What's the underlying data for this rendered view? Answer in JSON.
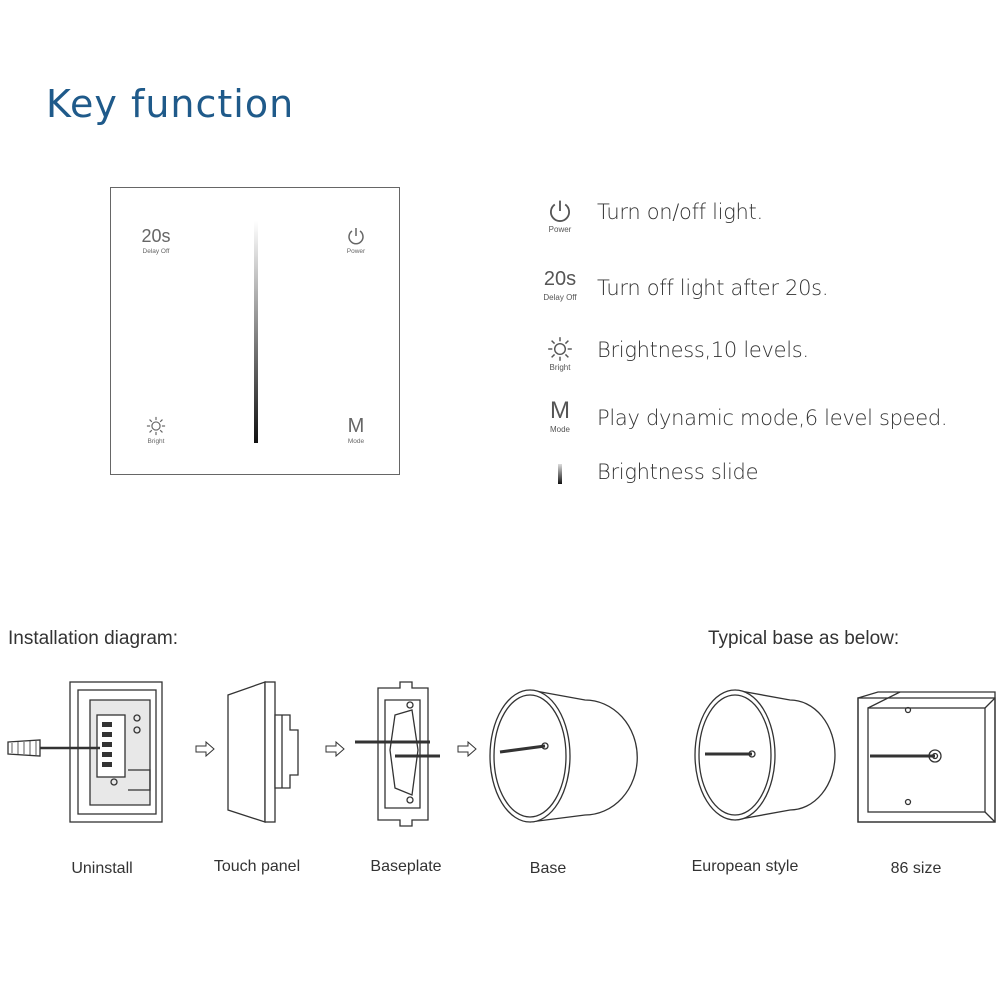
{
  "title": "Key function",
  "panel": {
    "delay": {
      "symbol": "20s",
      "caption": "Delay Off"
    },
    "power": {
      "caption": "Power"
    },
    "bright": {
      "caption": "Bright"
    },
    "mode": {
      "symbol": "M",
      "caption": "Mode"
    }
  },
  "legend": [
    {
      "icon": "power-icon",
      "symbol": "",
      "caption": "Power",
      "text": "Turn on/off light."
    },
    {
      "icon": "delay-icon",
      "symbol": "20s",
      "caption": "Delay Off",
      "text": "Turn off light after 20s."
    },
    {
      "icon": "sun-icon",
      "symbol": "",
      "caption": "Bright",
      "text": "Brightness,10 levels."
    },
    {
      "icon": "mode-icon",
      "symbol": "M",
      "caption": "Mode",
      "text": "Play dynamic mode,6 level speed."
    },
    {
      "icon": "slider-icon",
      "symbol": "",
      "caption": "",
      "text": "Brightness slide"
    }
  ],
  "installation": {
    "label": "Installation diagram:",
    "steps": [
      "Uninstall",
      "Touch panel",
      "Baseplate",
      "Base"
    ]
  },
  "typical": {
    "label": "Typical base as below:",
    "bases": [
      "European style",
      "86 size"
    ]
  },
  "colors": {
    "title": "#1f5a8a",
    "line": "#444444"
  }
}
